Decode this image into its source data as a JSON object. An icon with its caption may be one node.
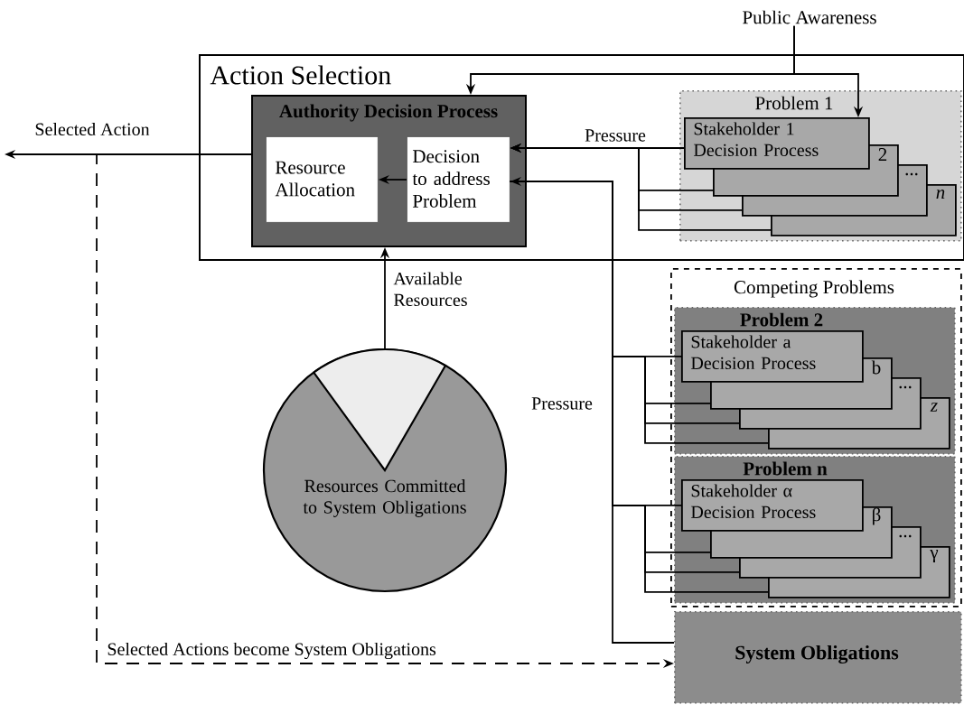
{
  "diagram": {
    "nodes": [
      {
        "text": [
          "Action Selection"
        ]
      },
      {
        "text": [
          "Authority Decision Process"
        ],
        "in": 0
      },
      {
        "text": [
          "Resource Allocation"
        ],
        "in": 1
      },
      {
        "text": [
          "Decision to address Problem"
        ],
        "in": 1
      },
      {
        "text": [
          "Problem 1"
        ],
        "in": 0
      },
      {
        "text": [
          "Stakeholder 1 Decision Process"
        ],
        "in": 4
      },
      {
        "text": [
          "2"
        ],
        "in": 4
      },
      {
        "text": [
          "..."
        ],
        "in": 4
      },
      {
        "text": [
          "n"
        ],
        "in": 4
      },
      {
        "text": [
          "Public Awareness"
        ]
      },
      {
        "text": [
          "Competing Problems"
        ]
      },
      {
        "text": [
          "Problem 2"
        ],
        "in": 10
      },
      {
        "text": [
          "Stakeholder a Decision Process"
        ],
        "in": 11
      },
      {
        "text": [
          "b"
        ],
        "in": 11
      },
      {
        "text": [
          "..."
        ],
        "in": 11
      },
      {
        "text": [
          "z"
        ],
        "in": 11
      },
      {
        "text": [
          "Problem n"
        ],
        "in": 10
      },
      {
        "text": [
          "Stakeholder α Decision Process"
        ],
        "in": 16
      },
      {
        "text": [
          "β"
        ],
        "in": 16
      },
      {
        "text": [
          "..."
        ],
        "in": 16
      },
      {
        "text": [
          "γ"
        ],
        "in": 16
      },
      {
        "text": [
          "Resources Committed to System Obligations"
        ]
      },
      {
        "text": [
          "System Obligations"
        ]
      }
    ],
    "edges": [
      {
        "from": 9,
        "to": 1,
        "arrow": "to"
      },
      {
        "from": 9,
        "to": 5,
        "arrow": "to"
      },
      {
        "from": 1,
        "to": null,
        "arrow": "to",
        "label": "Selected Action"
      },
      {
        "from": 1,
        "to": 22,
        "arrow": "to",
        "style": "dashed",
        "label": "Selected Actions become System Obligations"
      },
      {
        "from": 3,
        "to": 2,
        "arrow": "to"
      },
      {
        "from": 21,
        "to": 1,
        "arrow": "to",
        "label": "Available Resources"
      },
      {
        "from": 5,
        "to": 3,
        "arrow": "to",
        "label": "Pressure"
      },
      {
        "from": 6,
        "to": 3,
        "arrow": "to"
      },
      {
        "from": 7,
        "to": 3,
        "arrow": "to"
      },
      {
        "from": 8,
        "to": 3,
        "arrow": "to"
      },
      {
        "from": 12,
        "to": 3,
        "arrow": "to",
        "label": "Pressure"
      },
      {
        "from": 13,
        "to": 3,
        "arrow": "to"
      },
      {
        "from": 14,
        "to": 3,
        "arrow": "to"
      },
      {
        "from": 15,
        "to": 3,
        "arrow": "to"
      },
      {
        "from": 17,
        "to": 3,
        "arrow": "to"
      },
      {
        "from": 18,
        "to": 3,
        "arrow": "to"
      },
      {
        "from": 19,
        "to": 3,
        "arrow": "to"
      },
      {
        "from": 20,
        "to": 3,
        "arrow": "to"
      },
      {
        "from": 22,
        "to": 3,
        "arrow": "to"
      }
    ]
  }
}
